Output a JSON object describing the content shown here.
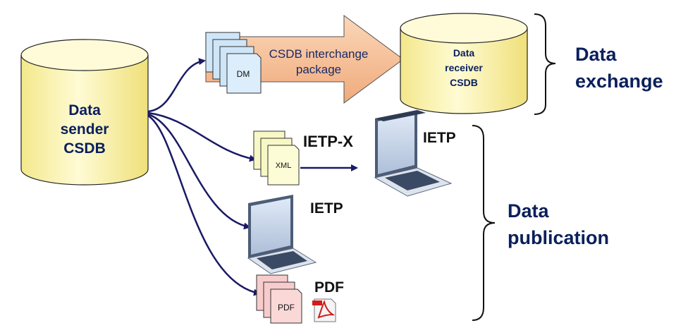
{
  "sender": {
    "line1": "Data",
    "line2": "sender",
    "line3": "CSDB"
  },
  "receiver": {
    "line1": "Data",
    "line2": "receiver",
    "line3": "CSDB"
  },
  "interchange": {
    "line1": "CSDB interchange",
    "line2": "package"
  },
  "dm_label": "DM",
  "xml_label": "XML",
  "pdf_doc_label": "PDF",
  "ietpx_label": "IETP-X",
  "ietp_top_label": "IETP",
  "ietp_mid_label": "IETP",
  "pdf_label": "PDF",
  "exchange": {
    "line1": "Data",
    "line2": "exchange"
  },
  "publication": {
    "line1": "Data",
    "line2": "publication"
  },
  "colors": {
    "cylinder": "#fdf6b6",
    "cylinder_top": "#fffbd8",
    "arrow": "#f8c29a",
    "dm_doc": "#cfe6f8",
    "xml_doc": "#f8f8c6",
    "pdf_doc": "#f8cccc",
    "connector": "#1a1a66",
    "text": "#0a1f5c"
  }
}
